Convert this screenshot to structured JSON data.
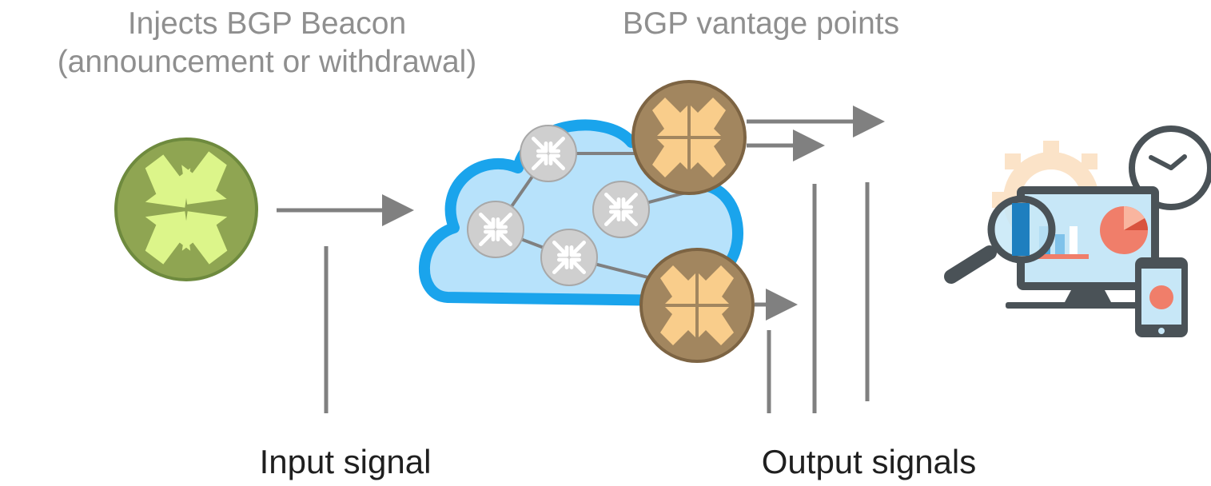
{
  "labels": {
    "injects": "Injects BGP Beacon\n(announcement or withdrawal)",
    "vantage_points": "BGP vantage points",
    "input_signal": "Input signal",
    "output_signals": "Output signals"
  },
  "colors": {
    "beacon_router": "#8fa552",
    "beacon_router_border": "#6e8a3e",
    "beacon_arrows": "#dcf58a",
    "vantage_router": "#a2865f",
    "vantage_router_border": "#7d6443",
    "vantage_arrows": "#f9cd8b",
    "internal_router": "#cfcfcf",
    "cloud_fill": "#b7e2fb",
    "cloud_border": "#1aa4ec",
    "connector": "#808080",
    "label_gray": "#8f8f8f"
  },
  "icons": {
    "beacon": "router-icon",
    "vantage": "router-icon",
    "internal": "router-icon",
    "analytics": "monitoring-dashboard-icon"
  }
}
